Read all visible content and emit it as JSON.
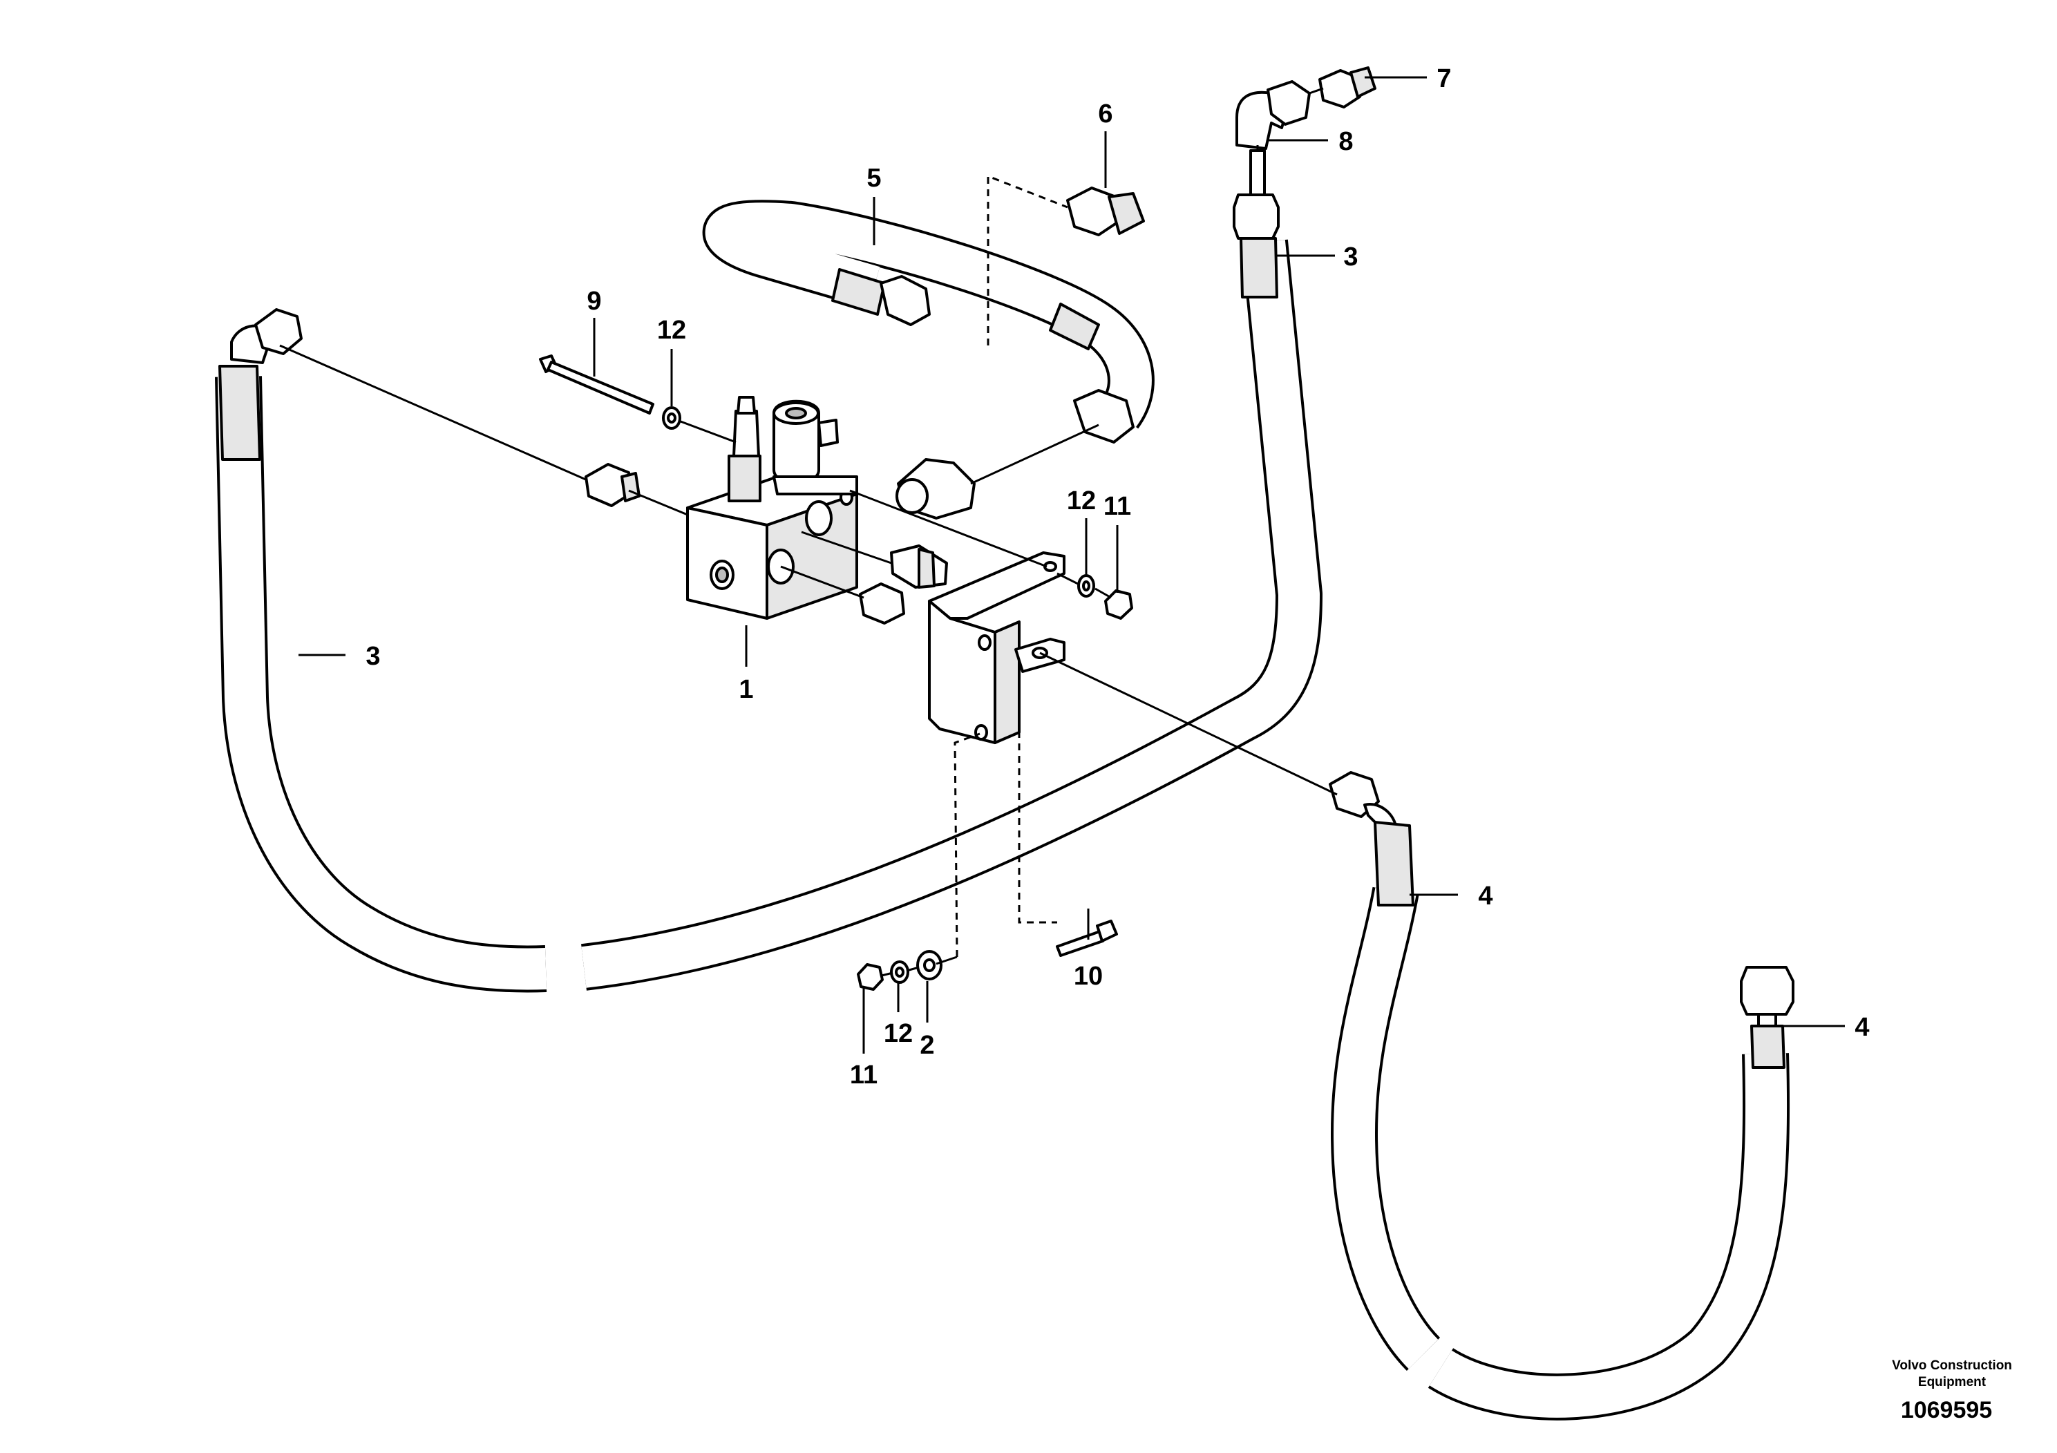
{
  "callouts": {
    "c1": "1",
    "c2": "2",
    "c3_left": "3",
    "c3_right": "3",
    "c4_mid": "4",
    "c4_right": "4",
    "c5": "5",
    "c6": "6",
    "c7": "7",
    "c8": "8",
    "c9": "9",
    "c10": "10",
    "c11_right": "11",
    "c11_bottom": "11",
    "c12_top": "12",
    "c12_right": "12",
    "c12_bottom": "12"
  },
  "footer": {
    "brand_line1": "Volvo Construction",
    "brand_line2": "Equipment",
    "drawing_number": "1069595"
  }
}
